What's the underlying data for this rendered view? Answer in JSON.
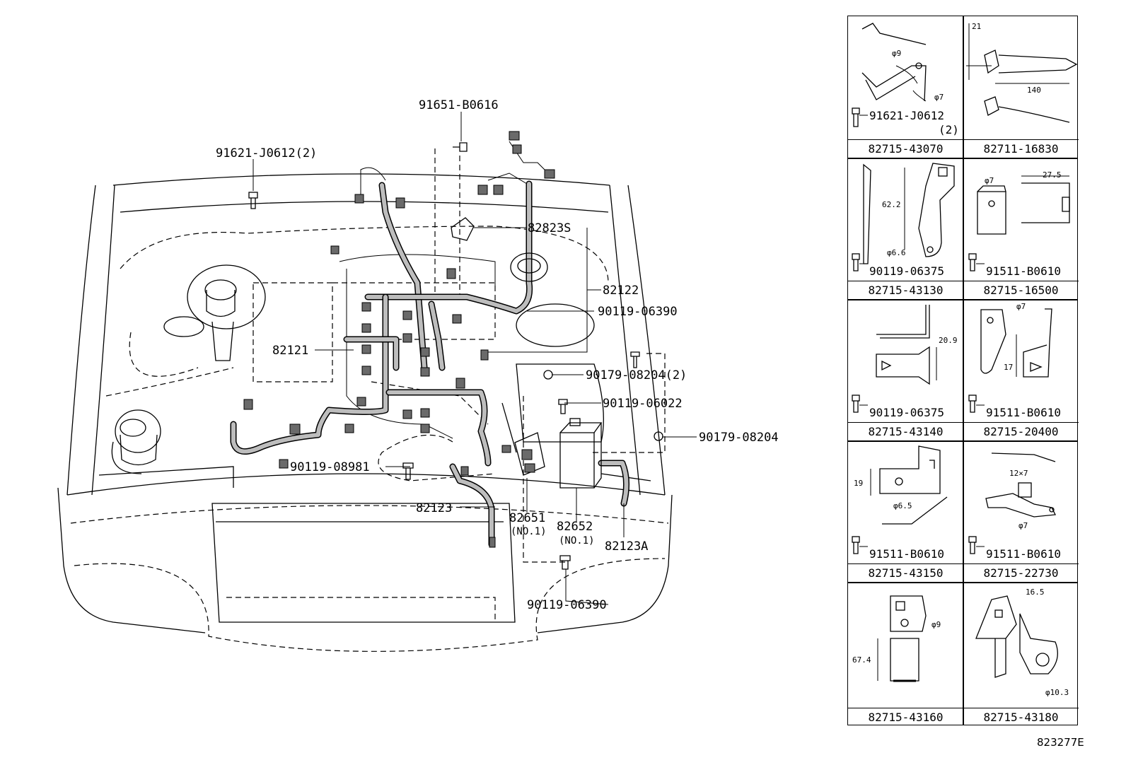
{
  "callouts": {
    "c91651": "91651-B0616",
    "c91621": "91621-J0612(2)",
    "c82823S": "82823S",
    "c82122": "82122",
    "c90119_06390_top": "90119-06390",
    "c82121": "82121",
    "c90179_08204_2": "90179-08204(2)",
    "c90119_06022": "90119-06022",
    "c90179_08204": "90179-08204",
    "c90119_08981": "90119-08981",
    "c82123": "82123",
    "c82651": "82651",
    "c82651_sub": "(NO.1)",
    "c82652": "82652",
    "c82652_sub": "(NO.1)",
    "c82123A": "82123A",
    "c90119_06390_bottom": "90119-06390"
  },
  "brackets": [
    {
      "caption": "82715-43070",
      "bolt": "91621-J0612",
      "bolt_qty": "(2)",
      "dims": [
        "φ9",
        "φ7"
      ]
    },
    {
      "caption": "82711-16830",
      "dims": [
        "21",
        "140"
      ]
    },
    {
      "caption": "82715-43130",
      "bolt": "90119-06375",
      "dims": [
        "62.2",
        "φ6.6"
      ]
    },
    {
      "caption": "82715-16500",
      "bolt": "91511-B0610",
      "dims": [
        "φ7",
        "27.5"
      ]
    },
    {
      "caption": "82715-43140",
      "bolt": "90119-06375",
      "dims": [
        "20.9"
      ]
    },
    {
      "caption": "82715-20400",
      "bolt": "91511-B0610",
      "dims": [
        "φ7",
        "17"
      ]
    },
    {
      "caption": "82715-43150",
      "bolt": "91511-B0610",
      "dims": [
        "19",
        "φ6.5"
      ]
    },
    {
      "caption": "82715-22730",
      "bolt": "91511-B0610",
      "dims": [
        "12×7",
        "φ7"
      ]
    },
    {
      "caption": "82715-43160",
      "dims": [
        "φ9",
        "67.4"
      ]
    },
    {
      "caption": "82715-43180",
      "dims": [
        "16.5",
        "φ10.3"
      ]
    }
  ],
  "figure_code": "823277E"
}
